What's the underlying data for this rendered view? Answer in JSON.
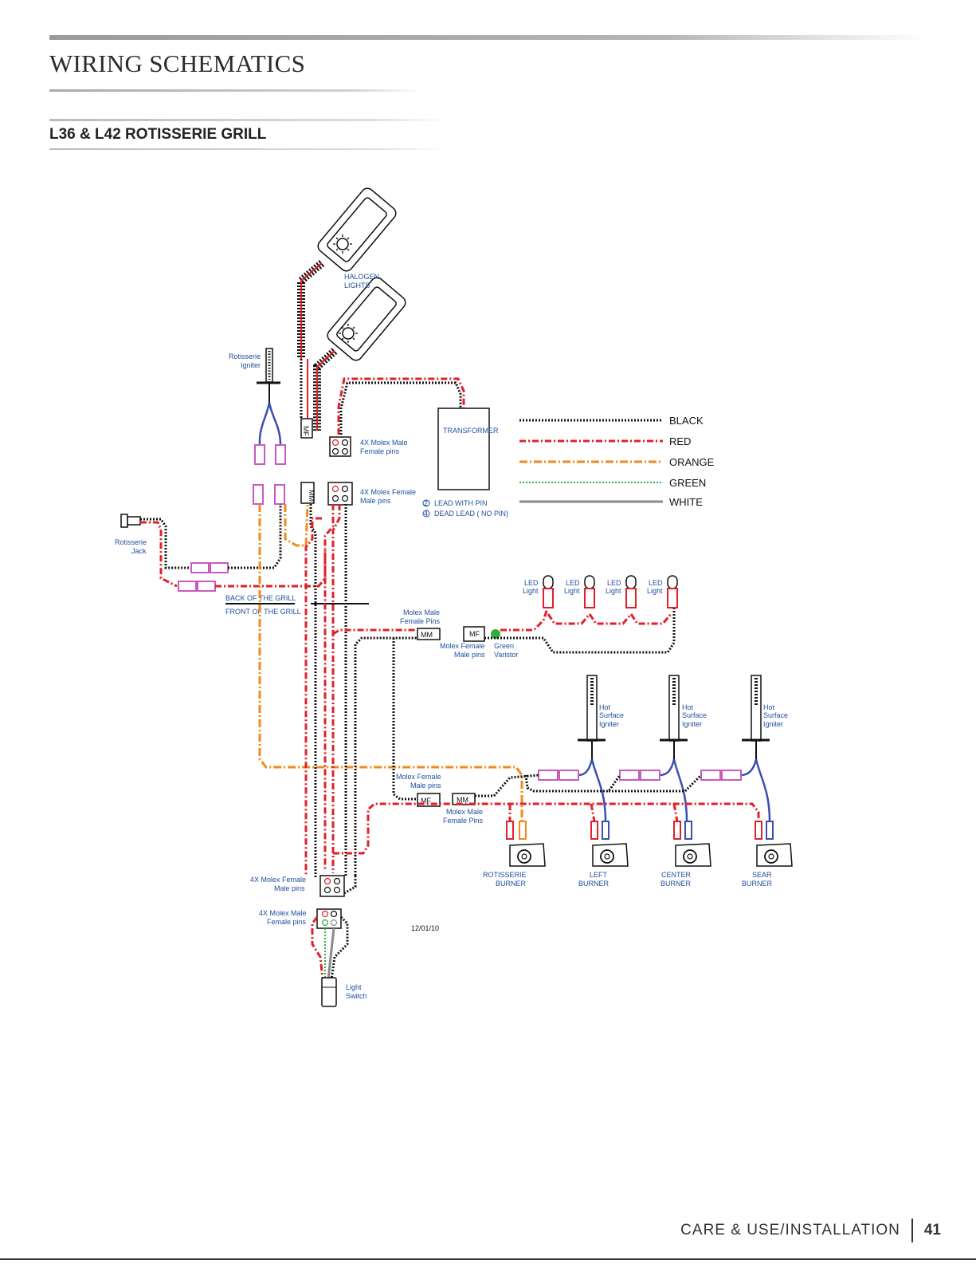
{
  "page": {
    "title": "WIRING SCHEMATICS",
    "section": "L36 & L42 ROTISSERIE GRILL",
    "footer_text": "CARE & USE/INSTALLATION",
    "page_number": "41"
  },
  "colors": {
    "black_wire": "#111111",
    "red_wire": "#e0202a",
    "orange_wire": "#f28a1e",
    "green_wire": "#2fae3a",
    "white_wire": "#8a8a8a",
    "blue_wire": "#3b4fb0",
    "connector_pink": "#c85bc0",
    "label_blue": "#1f4fa0"
  },
  "legend": {
    "black": "BLACK",
    "red": "RED",
    "orange": "ORANGE",
    "green": "GREEN",
    "white": "WHITE"
  },
  "labels": {
    "halogen_1": "HALOGEN",
    "halogen_2": "LIGHTS",
    "rot_igniter_1": "Rotisserie",
    "rot_igniter_2": "Igniter",
    "molex_male_top_1": "4X Molex Male",
    "molex_male_top_2": "Female pins",
    "molex_female_top_1": "4X Molex Female",
    "molex_female_top_2": "Male pins",
    "transformer": "TRANSFORMER",
    "lead_with_pin": "LEAD WITH PIN",
    "dead_lead": "DEAD LEAD  ( NO PIN)",
    "rot_jack_1": "Rotisserie",
    "rot_jack_2": "Jack",
    "back_of_grill": "BACK OF THE GRILL",
    "front_of_grill": "FRONT OF THE GRILL",
    "molex_male_mid_1": "Molex Male",
    "molex_male_mid_2": "Female Pins",
    "molex_female_mid_1": "Molex Female",
    "molex_female_mid_2": "Male pins",
    "green_varistor_1": "Green",
    "green_varistor_2": "Varistor",
    "led_1": "LED",
    "led_2": "Light",
    "hsi_1": "Hot",
    "hsi_2": "Surface",
    "hsi_3": "Igniter",
    "molex_female_low_1": "Molex Female",
    "molex_female_low_2": "Male pins",
    "molex_male_low_1": "Molex Male",
    "molex_male_low_2": "Female Pins",
    "rotisserie_burner_1": "ROTISSERIE",
    "rotisserie_burner_2": "BURNER",
    "left_burner_1": "LEFT",
    "left_burner_2": "BURNER",
    "center_burner_1": "CENTER",
    "center_burner_2": "BURNER",
    "sear_burner_1": "SEAR",
    "sear_burner_2": "BURNER",
    "bottom_female_1": "4X Molex Female",
    "bottom_female_2": "Male pins",
    "bottom_male_1": "4X Molex Male",
    "bottom_male_2": "Female pins",
    "date": "12/01/10",
    "light_switch_1": "Light",
    "light_switch_2": "Switch",
    "mf": "MF",
    "mm": "MM",
    "num_2": "2",
    "num_4": "4"
  }
}
